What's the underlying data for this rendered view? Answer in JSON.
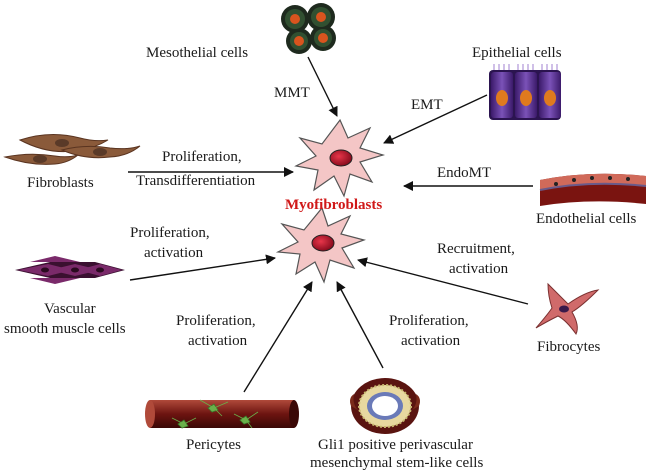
{
  "diagram": {
    "center": {
      "label": "Myofibroblasts",
      "label_color": "#d01818"
    },
    "sources": {
      "mesothelial": {
        "label": "Mesothelial cells",
        "process": "MMT"
      },
      "epithelial": {
        "label": "Epithelial cells",
        "process": "EMT"
      },
      "fibroblasts": {
        "label": "Fibroblasts",
        "process_line1": "Proliferation,",
        "process_line2": "Transdifferentiation"
      },
      "endothelial": {
        "label": "Endothelial cells",
        "process": "EndoMT"
      },
      "vsmc": {
        "label_line1": "Vascular",
        "label_line2": "smooth muscle cells",
        "process_line1": "Proliferation,",
        "process_line2": "activation"
      },
      "fibrocytes": {
        "label": "Fibrocytes",
        "process_line1": "Recruitment,",
        "process_line2": "activation"
      },
      "pericytes": {
        "label": "Pericytes",
        "process_line1": "Proliferation,",
        "process_line2": "activation"
      },
      "gli1": {
        "label_line1": "Gli1 positive perivascular",
        "label_line2": "mesenchymal stem-like cells",
        "process_line1": "Proliferation,",
        "process_line2": "activation"
      }
    },
    "colors": {
      "myofibroblast_fill": "#f4c6c6",
      "nucleus": "#c8102e",
      "arrow": "#111111"
    }
  }
}
